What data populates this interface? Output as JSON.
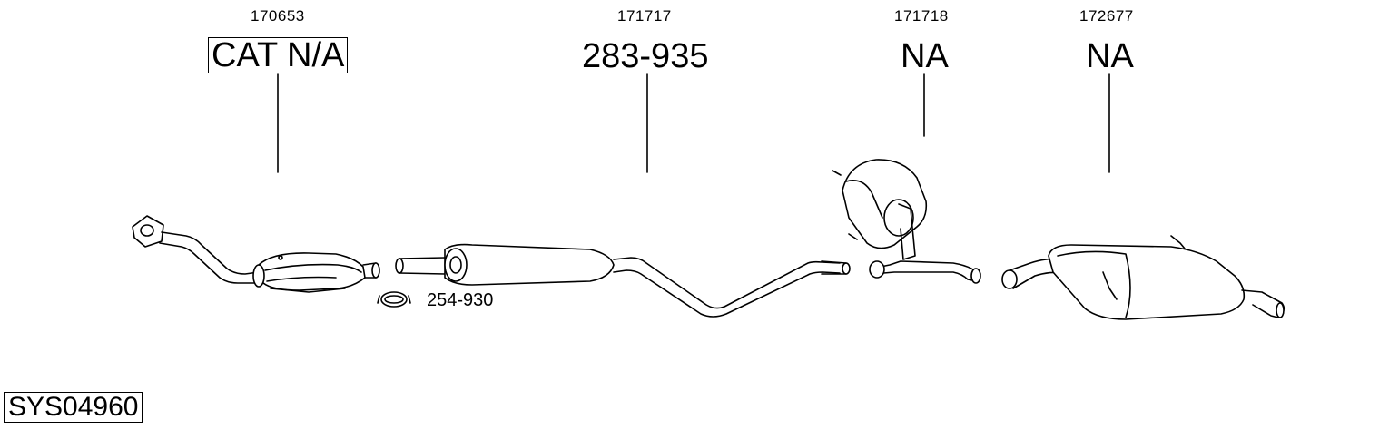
{
  "parts": [
    {
      "ref": "170653",
      "code": "CAT N/A",
      "boxed": true
    },
    {
      "ref": "171717",
      "code": "283-935",
      "boxed": false
    },
    {
      "ref": "171718",
      "code": "NA",
      "boxed": false
    },
    {
      "ref": "172677",
      "code": "NA",
      "boxed": false
    }
  ],
  "clamp": {
    "code": "254-930"
  },
  "system": {
    "code": "SYS04960"
  }
}
